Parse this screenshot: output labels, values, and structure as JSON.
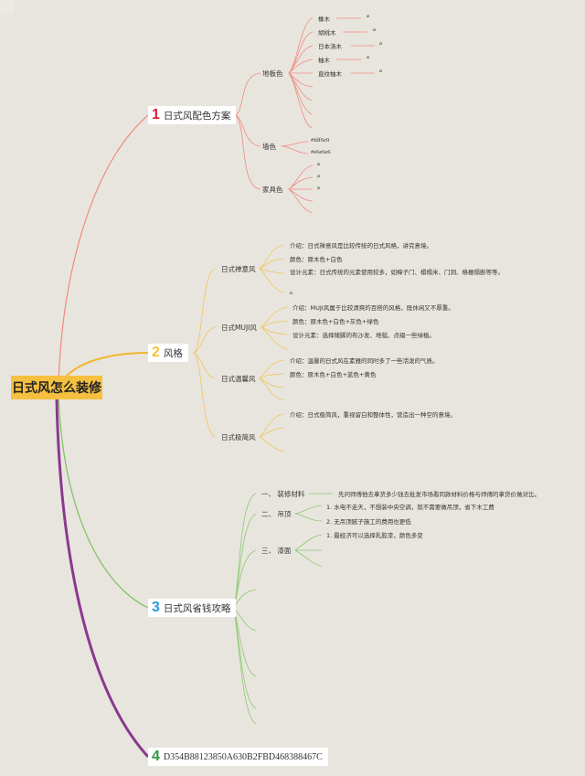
{
  "root": {
    "label": "日式风怎么装修",
    "color": "#f5c040"
  },
  "topics": [
    {
      "number": "1",
      "label": "日式风配色方案",
      "number_color": "#d9213b",
      "line_color": "#f08a80",
      "children": [
        {
          "label": "地板色",
          "items": [
            {
              "label": "橡木",
              "value": "a"
            },
            {
              "label": "胡桃木",
              "value": "a"
            },
            {
              "label": "日本涛木",
              "value": "a"
            },
            {
              "label": "柚木",
              "value": "a"
            },
            {
              "label": "直纹柚木",
              "value": "a"
            }
          ]
        },
        {
          "label": "墙色",
          "items": [
            {
              "label": "#fdf6e9"
            },
            {
              "label": "#e6e6e6"
            }
          ]
        },
        {
          "label": "家具色",
          "items": [
            {
              "label": "a"
            },
            {
              "label": "a"
            },
            {
              "label": "a"
            }
          ]
        }
      ]
    },
    {
      "number": "2",
      "label": "风格",
      "number_color": "#f5c040",
      "line_color": "#f2c55a",
      "children": [
        {
          "label": "日式禅意风",
          "items": [
            {
              "label": "介绍：日式禅意风是比较传统的日式风格，讲究意境。"
            },
            {
              "label": "颜色：原木色+白色"
            },
            {
              "label": "设计元素：日式传统的元素使用较多，如樟子门、榻榻米、门洞、格栅隔断等等。"
            },
            {
              "label": "a"
            }
          ]
        },
        {
          "label": "日式MUJI风",
          "items": [
            {
              "label": "介绍：MUJI风属于比较清爽的百搭的风格，既休闲又不厚重。"
            },
            {
              "label": "颜色：原木色+白色+灰色+绿色"
            },
            {
              "label": "设计元素：选择矮脚的布沙发、地毯、点缀一些绿植。"
            }
          ]
        },
        {
          "label": "日式温馨风",
          "items": [
            {
              "label": "介绍：温馨的日式风在素雅的同时多了一些活泼的气质。"
            },
            {
              "label": "颜色：原木色+白色+蓝色+黄色"
            }
          ]
        },
        {
          "label": "日式极简风",
          "items": [
            {
              "label": "介绍：日式极简风，重视留白和整体性，营造出一种空的意境。"
            }
          ]
        }
      ]
    },
    {
      "number": "3",
      "label": "日式风省钱攻略",
      "number_color": "#2a9ad6",
      "line_color": "#8cc872",
      "children": [
        {
          "label": "一、 装修材料",
          "items": [
            {
              "label": "先问师傅他去拿货多少钱去批发市场看同款材料价格与师傅的拿货价做对比。"
            }
          ]
        },
        {
          "label": "二、 吊顶",
          "items": [
            {
              "label": "1. 水电不走天，不想装中央空调，就不需要做吊顶，省下木工费"
            },
            {
              "label": "2. 无吊顶腻子施工的费用也更低"
            }
          ]
        },
        {
          "label": "三、 漆面",
          "items": [
            {
              "label": "1. 最经济可以选择乳胶漆，颜色多变"
            }
          ]
        }
      ]
    },
    {
      "number": "4",
      "label": "D354B88123850A630B2FBD468388467C",
      "number_color": "#2e9b3c",
      "line_color": "#8a3a8e"
    }
  ]
}
